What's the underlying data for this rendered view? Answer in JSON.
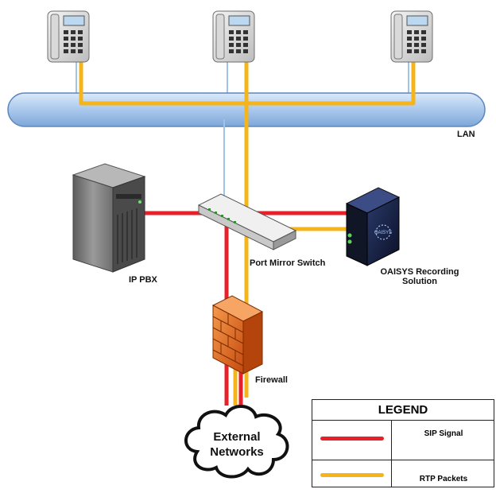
{
  "labels": {
    "lan": "LAN",
    "ip_pbx": "IP PBX",
    "switch": "Port  Mirror Switch",
    "recording_line1": "OAISYS Recording",
    "recording_line2": "Solution",
    "firewall": "Firewall",
    "cloud_line1": "External",
    "cloud_line2": "Networks",
    "oaisys_logo": "OAISYS"
  },
  "legend": {
    "title": "LEGEND",
    "items": [
      {
        "label": "SIP Signal",
        "color": "#e8202a"
      },
      {
        "label": "RTP Packets",
        "color": "#f5b41a"
      }
    ]
  },
  "colors": {
    "sip": "#e8202a",
    "rtp": "#f5b41a",
    "lan_link": "#9fc4e8",
    "lan_bus": "#a9c8ec",
    "firewall": "#e8651a"
  },
  "icons": [
    "phone-icon",
    "server-icon",
    "switch-icon",
    "recorder-icon",
    "firewall-icon",
    "cloud-icon"
  ]
}
